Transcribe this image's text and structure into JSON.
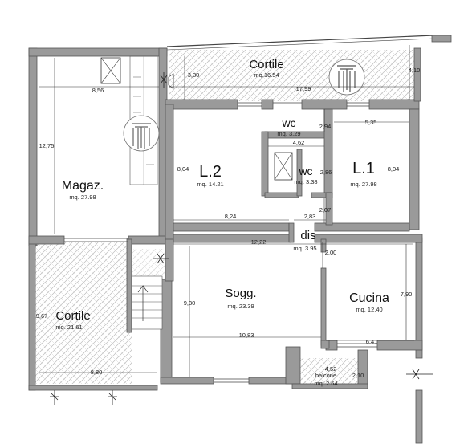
{
  "rooms": [
    {
      "key": "cortile_top",
      "name": "Cortile",
      "area": "mq.16.54"
    },
    {
      "key": "magaz",
      "name": "Magaz.",
      "area": "mq. 27.98"
    },
    {
      "key": "wc1",
      "name": "wc",
      "area": "mq. 3.29"
    },
    {
      "key": "wc2",
      "name": "wc",
      "area": "mq. 3.38"
    },
    {
      "key": "l2",
      "name": "L.2",
      "area": "mq. 14.21"
    },
    {
      "key": "l1",
      "name": "L.1",
      "area": "mq. 27.98"
    },
    {
      "key": "dis",
      "name": "dis",
      "area": "mq. 3.95"
    },
    {
      "key": "sogg",
      "name": "Sogg.",
      "area": "mq. 23.39"
    },
    {
      "key": "cucina",
      "name": "Cucina",
      "area": "mq. 12.40"
    },
    {
      "key": "cortile_left",
      "name": "Cortile",
      "area": "mq. 21.61"
    },
    {
      "key": "balcone",
      "name": "balcone",
      "area": "mq. 2.64"
    }
  ],
  "dimensions": {
    "magaz_width": "8,56",
    "cortile_depth_left": "3,30",
    "cortile_depth_right": "4,10",
    "cortile_length": "17,99",
    "magaz_height": "12,75",
    "wc1_width": "2,94",
    "l1_width": "5,35",
    "wc_block_width": "4,62",
    "l2_height": "8,04",
    "wc2_width": "2,86",
    "l1_height": "8,04",
    "dis_small": "2,07",
    "l2_width": "8,24",
    "dis_width": "2,83",
    "corridor_length": "12,22",
    "dis_depth": "2,00",
    "sogg_height": "9,30",
    "cucina_height": "7,90",
    "cortile_left_height": "9,67",
    "sogg_width": "10,83",
    "cucina_width": "6,41",
    "balcone_width": "4,52",
    "balcone_depth": "2,10",
    "cortile_left_width": "8,80"
  }
}
